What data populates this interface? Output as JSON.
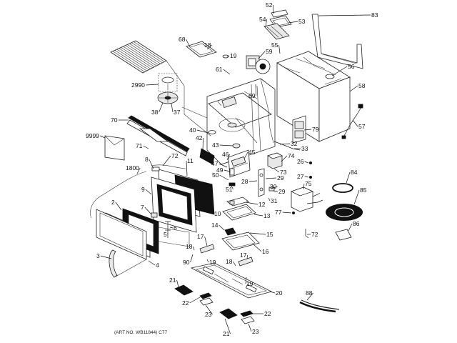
{
  "diagram": {
    "title": "Microwave oven exploded parts diagram",
    "caption": "(ART NO. WB11844) C77",
    "callouts": [
      {
        "id": "c52",
        "label": "52"
      },
      {
        "id": "c83",
        "label": "83"
      },
      {
        "id": "c54",
        "label": "54"
      },
      {
        "id": "c53",
        "label": "53"
      },
      {
        "id": "c68",
        "label": "68"
      },
      {
        "id": "c18a",
        "label": "18"
      },
      {
        "id": "c19a",
        "label": "19"
      },
      {
        "id": "c59",
        "label": "59"
      },
      {
        "id": "c55",
        "label": "55"
      },
      {
        "id": "c56",
        "label": "56"
      },
      {
        "id": "c61",
        "label": "61"
      },
      {
        "id": "c69",
        "label": "69"
      },
      {
        "id": "c2990",
        "label": "2990"
      },
      {
        "id": "c58",
        "label": "58"
      },
      {
        "id": "c38",
        "label": "38"
      },
      {
        "id": "c37",
        "label": "37"
      },
      {
        "id": "c70",
        "label": "70"
      },
      {
        "id": "c40",
        "label": "40"
      },
      {
        "id": "c42",
        "label": "42"
      },
      {
        "id": "c79",
        "label": "79"
      },
      {
        "id": "c57",
        "label": "57"
      },
      {
        "id": "c9999",
        "label": "9999"
      },
      {
        "id": "c71",
        "label": "71"
      },
      {
        "id": "c43",
        "label": "43"
      },
      {
        "id": "c32",
        "label": "32"
      },
      {
        "id": "c33",
        "label": "33"
      },
      {
        "id": "c46",
        "label": "46"
      },
      {
        "id": "c45",
        "label": "45"
      },
      {
        "id": "c74",
        "label": "74"
      },
      {
        "id": "c8",
        "label": "8"
      },
      {
        "id": "c72a",
        "label": "72"
      },
      {
        "id": "c26",
        "label": "26"
      },
      {
        "id": "c11",
        "label": "11"
      },
      {
        "id": "c47",
        "label": "47"
      },
      {
        "id": "c1800",
        "label": "1800"
      },
      {
        "id": "c49",
        "label": "49"
      },
      {
        "id": "c73",
        "label": "73"
      },
      {
        "id": "c27",
        "label": "27"
      },
      {
        "id": "c84",
        "label": "84"
      },
      {
        "id": "c50",
        "label": "50"
      },
      {
        "id": "c28",
        "label": "28"
      },
      {
        "id": "c29a",
        "label": "29"
      },
      {
        "id": "c9",
        "label": "9"
      },
      {
        "id": "c51",
        "label": "51"
      },
      {
        "id": "c75",
        "label": "75"
      },
      {
        "id": "c85",
        "label": "85"
      },
      {
        "id": "c30",
        "label": "30"
      },
      {
        "id": "c29b",
        "label": "29"
      },
      {
        "id": "c31",
        "label": "31"
      },
      {
        "id": "c2",
        "label": "2"
      },
      {
        "id": "c12",
        "label": "12"
      },
      {
        "id": "c7",
        "label": "7"
      },
      {
        "id": "c10",
        "label": "10"
      },
      {
        "id": "c77",
        "label": "77"
      },
      {
        "id": "c6",
        "label": "6"
      },
      {
        "id": "c5",
        "label": "5"
      },
      {
        "id": "c13",
        "label": "13"
      },
      {
        "id": "c86",
        "label": "86"
      },
      {
        "id": "c14",
        "label": "14"
      },
      {
        "id": "c15",
        "label": "15"
      },
      {
        "id": "c72b",
        "label": "72"
      },
      {
        "id": "c17a",
        "label": "17"
      },
      {
        "id": "c3",
        "label": "3"
      },
      {
        "id": "c18b",
        "label": "18"
      },
      {
        "id": "c16",
        "label": "16"
      },
      {
        "id": "c4",
        "label": "4"
      },
      {
        "id": "c90",
        "label": "90"
      },
      {
        "id": "c19b",
        "label": "19"
      },
      {
        "id": "c17b",
        "label": "17"
      },
      {
        "id": "c18c",
        "label": "18"
      },
      {
        "id": "c19c",
        "label": "19"
      },
      {
        "id": "c21a",
        "label": "21"
      },
      {
        "id": "c20",
        "label": "20"
      },
      {
        "id": "c88",
        "label": "88"
      },
      {
        "id": "c22a",
        "label": "22"
      },
      {
        "id": "c23a",
        "label": "23"
      },
      {
        "id": "c22b",
        "label": "22"
      },
      {
        "id": "c21b",
        "label": "21"
      },
      {
        "id": "c23b",
        "label": "23"
      }
    ]
  }
}
